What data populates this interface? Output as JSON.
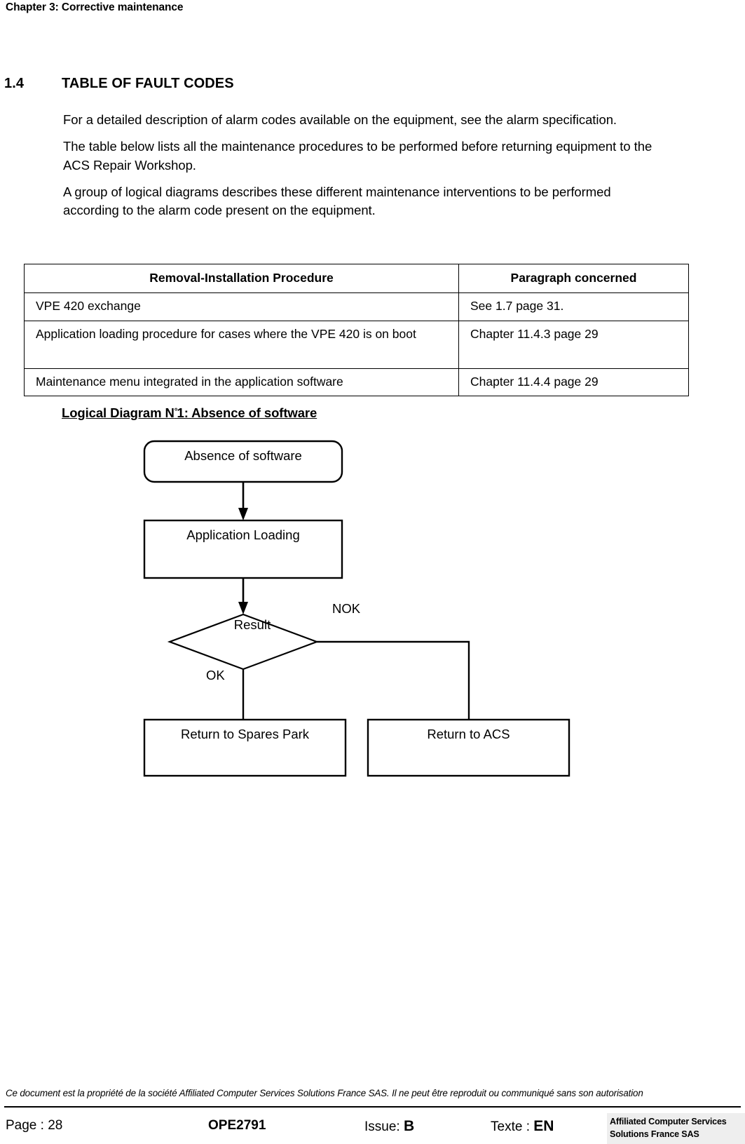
{
  "header": {
    "chapter": "Chapter 3: Corrective maintenance"
  },
  "section": {
    "number": "1.4",
    "title": "TABLE OF FAULT CODES"
  },
  "paragraphs": [
    "For a detailed description of alarm codes available on the equipment, see the alarm specification.",
    "The table below lists all the maintenance procedures to be performed before returning equipment to the ACS Repair Workshop.",
    "A group of logical diagrams describes these different maintenance interventions to be performed according to the alarm code present on the equipment."
  ],
  "table": {
    "headers": [
      "Removal-Installation Procedure",
      "Paragraph concerned"
    ],
    "rows": [
      [
        "VPE 420 exchange",
        "See 1.7 page 31."
      ],
      [
        "Application loading procedure for cases where the VPE 420 is on boot",
        "Chapter 11.4.3 page 29"
      ],
      [
        "Maintenance menu integrated in the application software",
        "Chapter 11.4.4 page 29"
      ]
    ]
  },
  "diagram": {
    "title_prefix": "Logical Diagram N",
    "title_ordinal": "°",
    "title_suffix": "1: Absence of software ",
    "nodes": {
      "start": "Absence of software",
      "process": "Application Loading",
      "decision": "Result",
      "end_ok": "Return to Spares Park",
      "end_nok": "Return to ACS"
    },
    "edge_labels": {
      "ok": "OK",
      "nok": "NOK"
    }
  },
  "footer": {
    "note": "Ce document est la propriété de la société Affiliated Computer Services Solutions France SAS. Il ne peut être reproduit ou communiqué sans son autorisation",
    "page_label": "Page : 28",
    "doc_code": "OPE2791",
    "issue_label": "Issue:",
    "issue_value": "B",
    "texte_label": "Texte :",
    "texte_value": "EN",
    "company_line1": "Affiliated Computer Services",
    "company_line2": "Solutions France SAS"
  }
}
